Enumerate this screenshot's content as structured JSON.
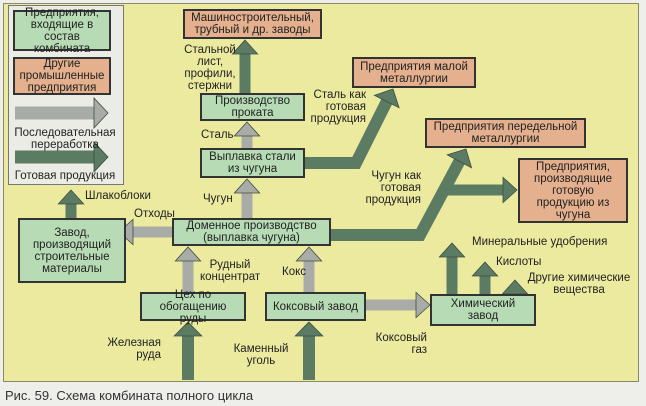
{
  "legend": {
    "member_enterprises": "Предприятия, входящие в состав комбината",
    "other_enterprises": "Другие промышленные предприятия",
    "sequential_processing": "Последовательная переработка",
    "finished_products": "Готовая продукция"
  },
  "boxes": {
    "machine_building": "Машиностроительный, трубный и др. заводы",
    "rolling": "Производство проката",
    "steel_smelting": "Выплавка стали из чугуна",
    "small_metallurgy": "Предприятия малой металлургии",
    "conversion_metallurgy": "Предприятия передельной металлургии",
    "cast_iron_products": "Предприятия, производящие готовую продукцию из чугуна",
    "blast_furnace": "Доменное производство (выплавка чугуна)",
    "building_materials": "Завод, производящий строительные материалы",
    "ore_dressing": "Цех по обогащению руды",
    "coke_plant": "Коксовый завод",
    "chemical_plant": "Химический завод"
  },
  "labels": {
    "steel_sheet": "Стальной\nлист,\nпрофили,\nстержни",
    "steel": "Сталь",
    "steel_as_product": "Сталь как\nготовая\nпродукция",
    "cast_iron": "Чугун",
    "cast_iron_as_product": "Чугун как\nготовая\nпродукция",
    "waste": "Отходы",
    "slag_blocks": "Шлакоблоки",
    "ore_concentrate": "Рудный\nконцентрат",
    "coke": "Кокс",
    "coke_gas": "Коксовый\nгаз",
    "iron_ore": "Железная\nруда",
    "coal": "Каменный\nуголь",
    "fertilizers": "Минеральные удобрения",
    "acids": "Кислоты",
    "other_chemicals": "Другие химические\nвещества"
  },
  "caption": "Рис. 59. Схема комбината полного цикла",
  "colors": {
    "background": "#ecea9f",
    "member_box": "#b7dcb5",
    "other_box": "#e4b08e",
    "processing_arrow": "#a9aba7",
    "product_arrow": "#5b7b63"
  }
}
